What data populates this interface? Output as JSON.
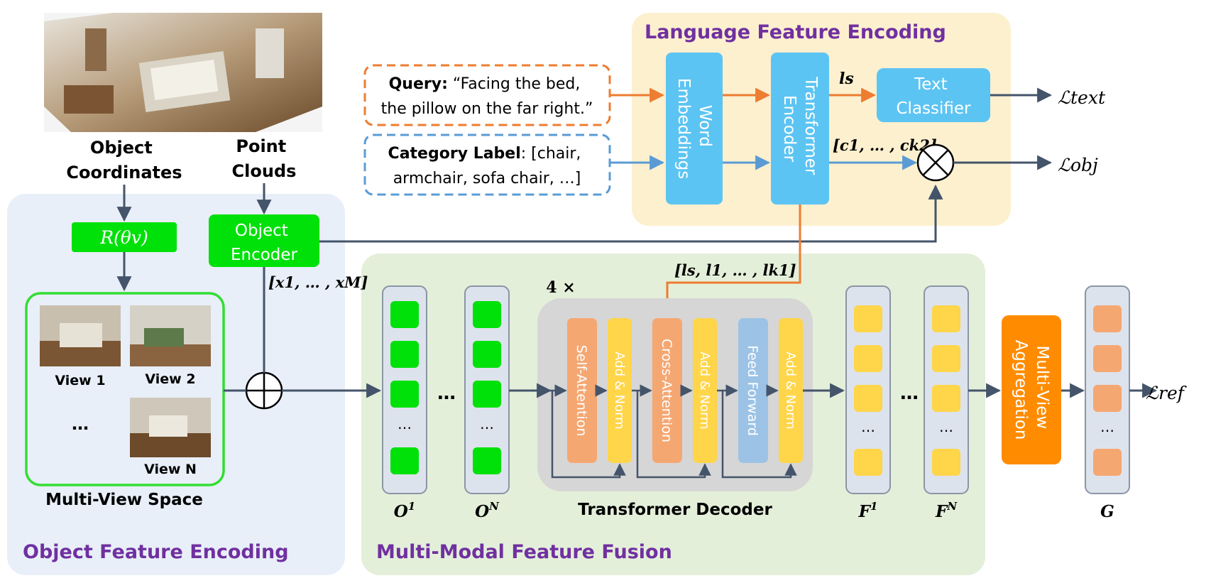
{
  "panels": {
    "object": "Object Feature Encoding",
    "fusion": "Multi-Modal Feature Fusion",
    "language": "Language Feature Encoding"
  },
  "inputs": {
    "object_coords": [
      "Object",
      "Coordinates"
    ],
    "point_clouds": [
      "Point",
      "Clouds"
    ]
  },
  "blocks": {
    "rotation": "R(θv)",
    "object_encoder": [
      "Object",
      "Encoder"
    ],
    "word_embeddings": [
      "Word",
      "Embeddings"
    ],
    "transformer_encoder": [
      "Transformer",
      "Encoder"
    ],
    "text_classifier": [
      "Text",
      "Classifier"
    ],
    "multiview_aggregation": [
      "Multi-View",
      "Aggregation"
    ],
    "self_attention": "Self-Attention",
    "cross_attention": "Cross-Attention",
    "feed_forward": "Feed Forward",
    "add_norm": "Add & Norm"
  },
  "query": {
    "label": "Query:",
    "text_line1": "“Facing the bed,",
    "text_line2": "the pillow on the far right.”"
  },
  "category": {
    "label": "Category Label",
    "text_line1": ": [chair,",
    "text_line2": "armchair, sofa chair, …]"
  },
  "views": [
    "View 1",
    "View 2",
    "View N"
  ],
  "multiview_space": "Multi-View Space",
  "transformer_decoder": "Transformer Decoder",
  "repeat": "4 ×",
  "ellipsis": "…",
  "math": {
    "x_seq": "[x1, … , xM]",
    "l_seq": "[ls, l1, … , lk1]",
    "c_seq": "[c1, … , ck2]",
    "ls": "ls"
  },
  "column_labels": {
    "o1": "O1",
    "on": "ON",
    "f1": "F1",
    "fn": "FN",
    "g": "G"
  },
  "losses": {
    "text": "ℒtext",
    "obj": "ℒobj",
    "ref": "ℒref"
  },
  "colors": {
    "panel_blue": "#e8eff8",
    "panel_green": "#e4efda",
    "panel_yellow": "#fdf0cf",
    "purple_title": "#7030a0",
    "green_block": "#00e10a",
    "cyan_block": "#5cc4f2",
    "orange_block": "#ff8c00",
    "peach_block": "#f5a772",
    "yellow_block": "#ffd54a",
    "light_blue_block": "#9cc3e6",
    "arrow": "#44546a",
    "orange_arrow": "#ed7d31"
  }
}
